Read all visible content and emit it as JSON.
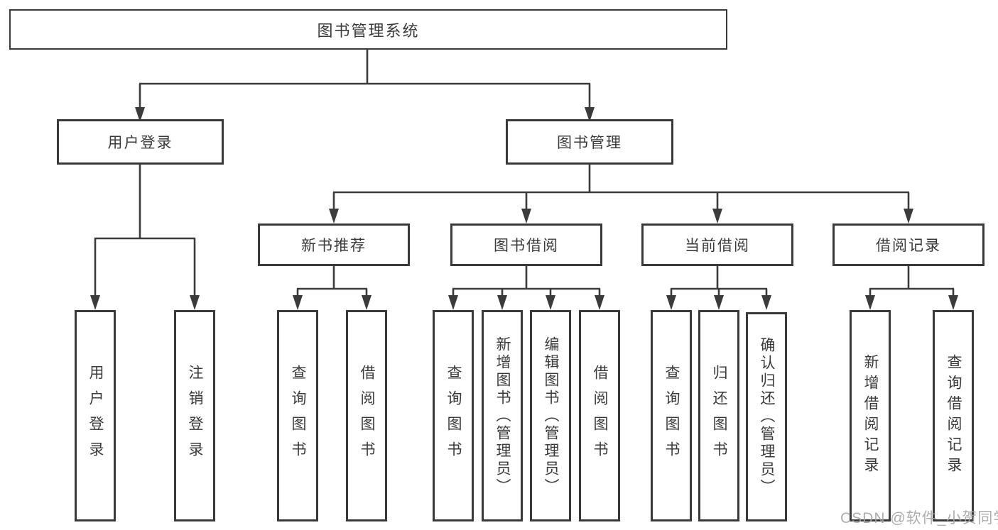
{
  "diagram": {
    "title": "图书管理系统",
    "tree": {
      "root_label": "图书管理系统",
      "branches": [
        {
          "label": "用户登录",
          "leaves": [
            "用户登录",
            "注销登录"
          ]
        },
        {
          "label": "图书管理",
          "groups": [
            {
              "label": "新书推荐",
              "leaves": [
                "查询图书",
                "借阅图书"
              ]
            },
            {
              "label": "图书借阅",
              "leaves": [
                "查询图书",
                "新增图书（管理员）",
                "编辑图书（管理员）",
                "借阅图书"
              ]
            },
            {
              "label": "当前借阅",
              "leaves": [
                "查询图书",
                "归还图书",
                "确认归还（管理员）"
              ]
            },
            {
              "label": "借阅记录",
              "leaves": [
                "新增借阅记录",
                "查询借阅记录"
              ]
            }
          ]
        }
      ]
    },
    "watermark": {
      "text": "CSDN @软件_小贺同学",
      "color": "#a5a5a5"
    },
    "colors": {
      "background": "#ffffff",
      "line": "#3b3b3b",
      "box_border": "#3a3a3a",
      "text": "#3a3a3a"
    }
  }
}
